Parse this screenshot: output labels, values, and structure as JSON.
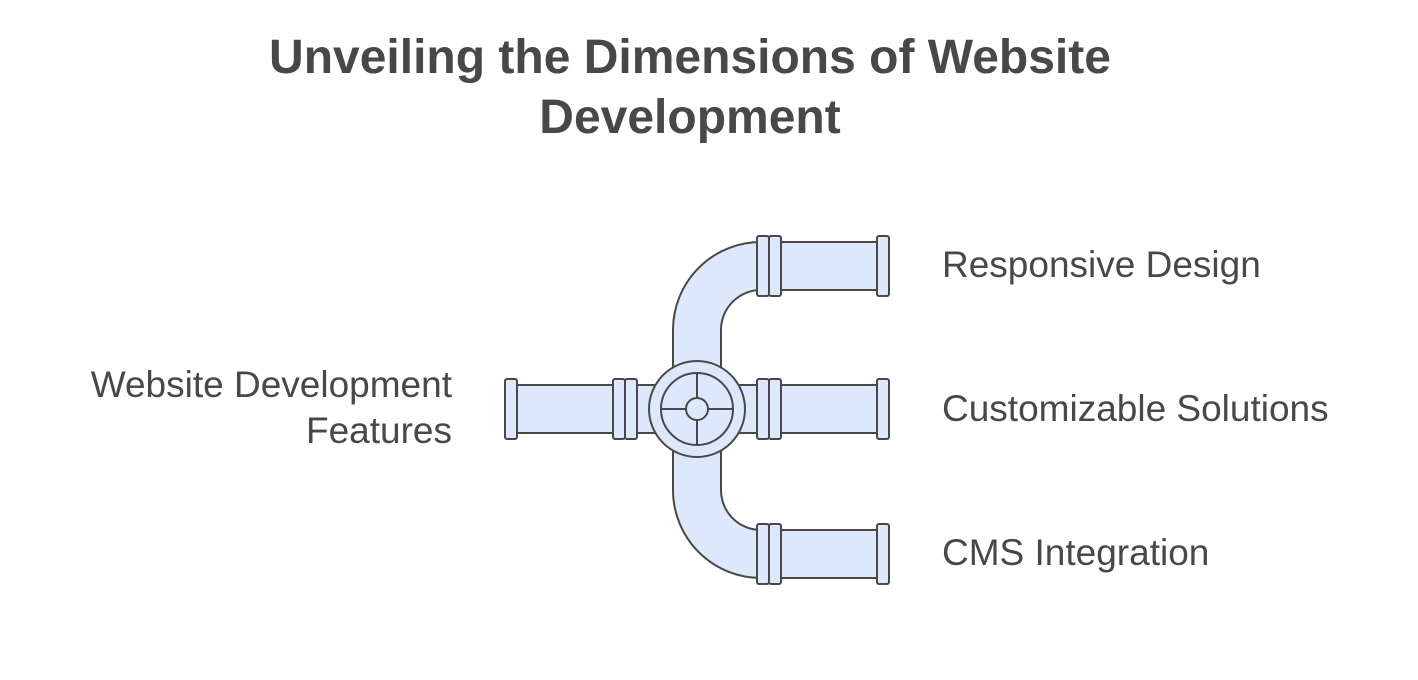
{
  "title": {
    "line1": "Unveiling the Dimensions of Website",
    "line2": "Development"
  },
  "source": {
    "line1": "Website Development",
    "line2": "Features"
  },
  "outputs": [
    {
      "label": "Responsive Design"
    },
    {
      "label": "Customizable Solutions"
    },
    {
      "label": "CMS Integration"
    }
  ],
  "colors": {
    "pipe_fill": "#dde8fc",
    "stroke": "#484848",
    "text": "#484848"
  },
  "icons": {
    "hub": "valve-wheel-icon"
  }
}
